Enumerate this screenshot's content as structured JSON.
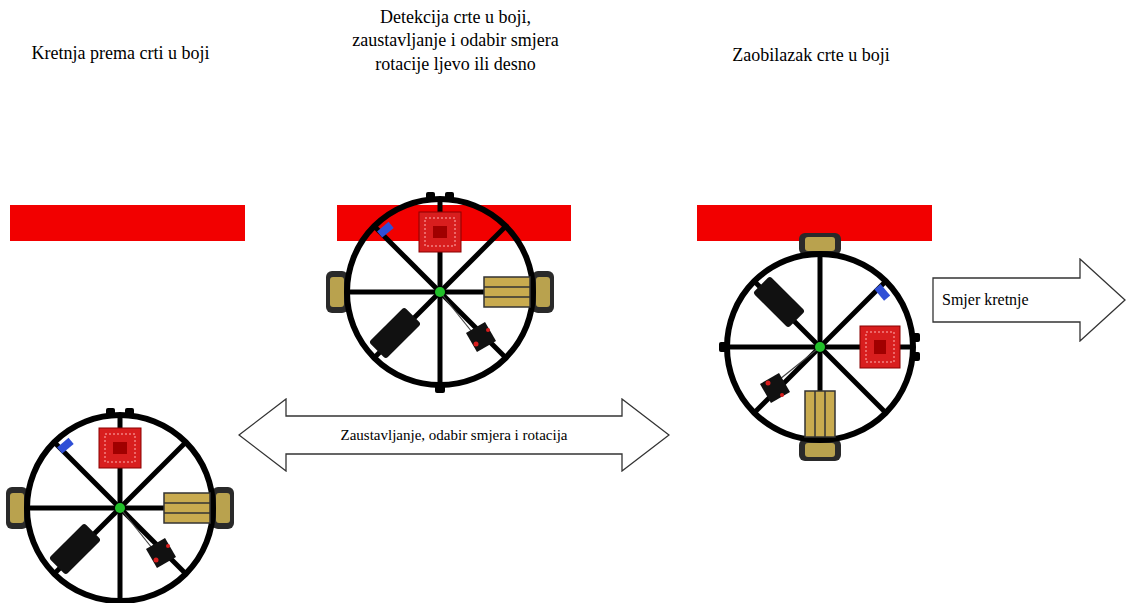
{
  "diagram": {
    "nodes": [
      {
        "text": [
          "Zaustavljanje, odabir smjera i rotacija"
        ]
      },
      {
        "text": [
          "Smjer kretnje"
        ]
      }
    ],
    "labels": [
      "Kretnja prema crti u boji",
      "Detekcija crte u boji, zaustavljanje i odabir smjera rotacije ljevo ili desno",
      "Zaobilazak crte u boji"
    ]
  }
}
